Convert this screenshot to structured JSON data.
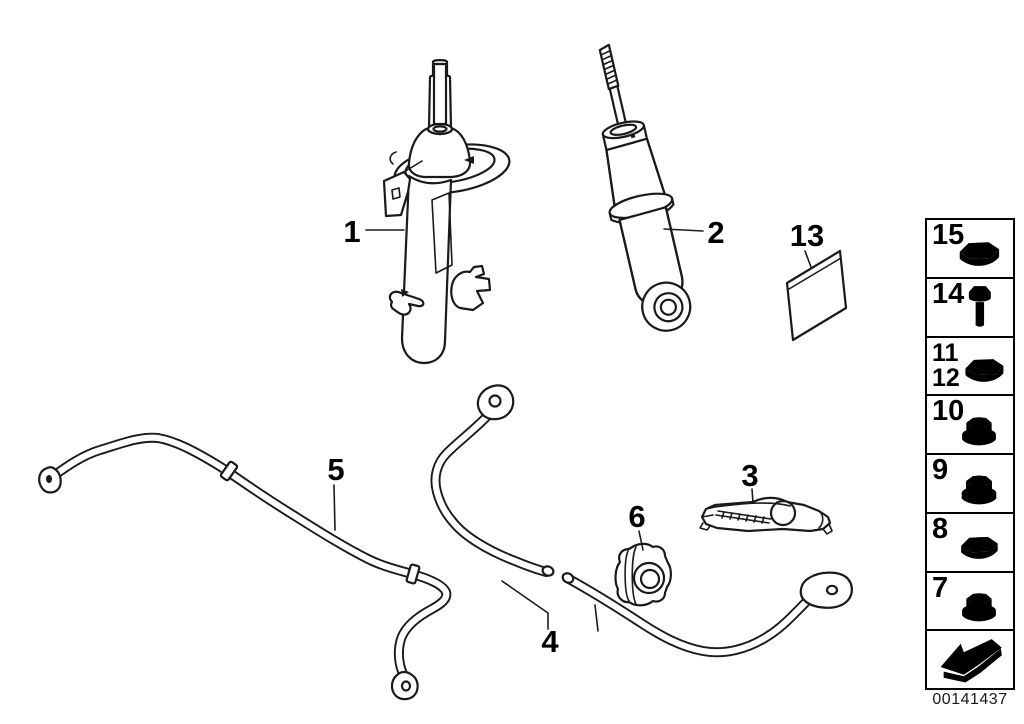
{
  "figure": {
    "callouts": {
      "1": "1",
      "2": "2",
      "3": "3",
      "4": "4",
      "5": "5",
      "6": "6",
      "13": "13"
    }
  },
  "legend": {
    "rows": [
      {
        "numbers": [
          "15"
        ],
        "icon": "lock-nut-icon"
      },
      {
        "numbers": [
          "14"
        ],
        "icon": "hex-bolt-icon"
      },
      {
        "numbers": [
          "11",
          "12"
        ],
        "icon": "lock-nut-icon"
      },
      {
        "numbers": [
          "10"
        ],
        "icon": "flange-lock-nut-icon"
      },
      {
        "numbers": [
          "9"
        ],
        "icon": "flange-nut-icon"
      },
      {
        "numbers": [
          "8"
        ],
        "icon": "lock-nut-icon"
      },
      {
        "numbers": [
          "7"
        ],
        "icon": "flange-nut-icon"
      },
      {
        "numbers": [],
        "icon": "direction-arrow-icon"
      }
    ]
  },
  "footer": {
    "image_number": "00141437"
  },
  "colors": {
    "line": "#1a1a1a",
    "background": "#ffffff"
  }
}
